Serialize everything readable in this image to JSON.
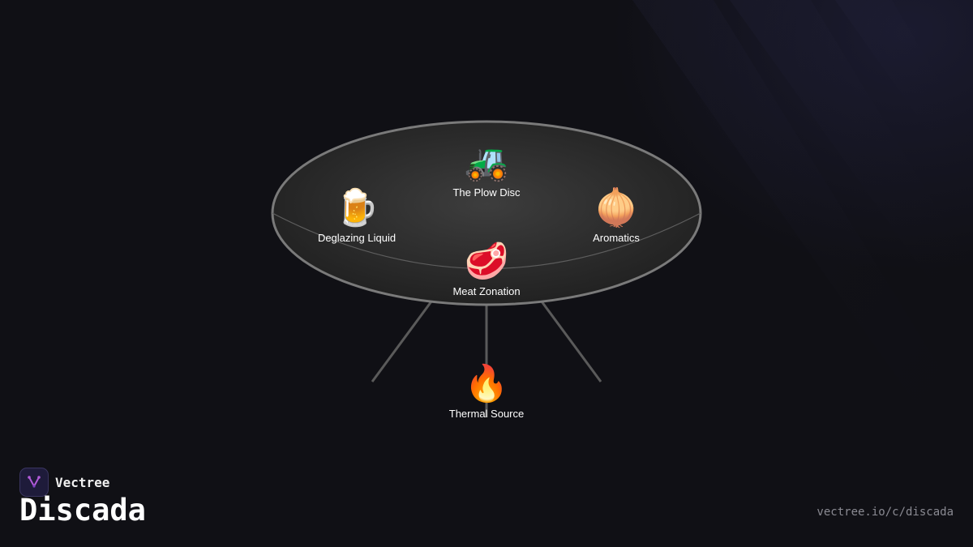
{
  "brand": {
    "name": "Vectree",
    "logo_icon": "vectree-logo-icon",
    "accent": "#b25bd9"
  },
  "page": {
    "title": "Discada",
    "url": "vectree.io/c/discada"
  },
  "colors": {
    "background": "#101015",
    "disc_rim": "#7a7a7a",
    "disc_fill": "#3a3a3a",
    "legs": "#5a5a5a"
  },
  "diagram": {
    "nodes": [
      {
        "id": "plow",
        "emoji": "🚜",
        "icon": "tractor-icon",
        "label": "The Plow Disc"
      },
      {
        "id": "deglaze",
        "emoji": "🍺",
        "icon": "beer-mug-icon",
        "label": "Deglazing Liquid"
      },
      {
        "id": "aromatics",
        "emoji": "🧅",
        "icon": "onion-icon",
        "label": "Aromatics"
      },
      {
        "id": "meat",
        "emoji": "🥩",
        "icon": "steak-icon",
        "label": "Meat Zonation"
      },
      {
        "id": "thermal",
        "emoji": "🔥",
        "icon": "fire-icon",
        "label": "Thermal Source"
      }
    ]
  }
}
